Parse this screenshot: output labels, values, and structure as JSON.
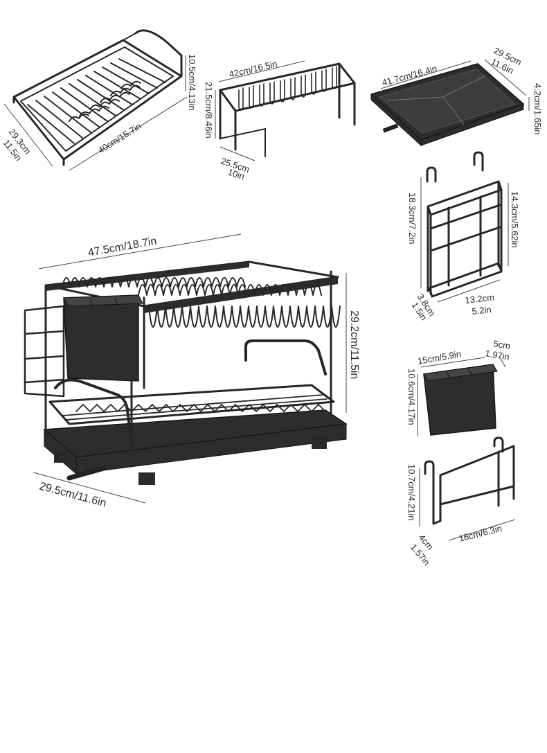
{
  "components": {
    "upper_rack": {
      "height_label": "10.5cm/4.13in",
      "depth_label": "29.3cm/11.5in",
      "width_label": "40cm/15.7in"
    },
    "stand_rack": {
      "width_label": "42cm/16.5in",
      "height_label": "21.5cm/8.46in",
      "depth_label": "25.5cm/10in"
    },
    "drip_tray": {
      "width_label": "41.7cm/16.4in",
      "depth_label": "29.5cm/11.6in",
      "height_label": "4.2cm/1.65in"
    },
    "main_assembly": {
      "width_label": "47.5cm/18.7in",
      "height_label": "29.2cm/11.5in",
      "depth_label": "29.5cm/11.6in"
    },
    "knife_holder": {
      "height_label": "18.3cm/7.2in",
      "inner_height_label": "14.3cm/5.62in",
      "depth_label": "3.8cm/1.5in",
      "width_label": "13.2cm/5.2in"
    },
    "utensil_cup": {
      "width_label": "15cm/5.9in",
      "depth_label": "5cm/1.97in",
      "height_label": "10.6cm/4.17in"
    },
    "cutting_board_holder": {
      "height_label": "10.7cm/4.21in",
      "depth_label": "4cm/1.57in",
      "width_label": "16cm/6.3in"
    }
  },
  "colors": {
    "metal": "#262626",
    "plastic": "#2d2d2d",
    "background": "#ffffff"
  }
}
